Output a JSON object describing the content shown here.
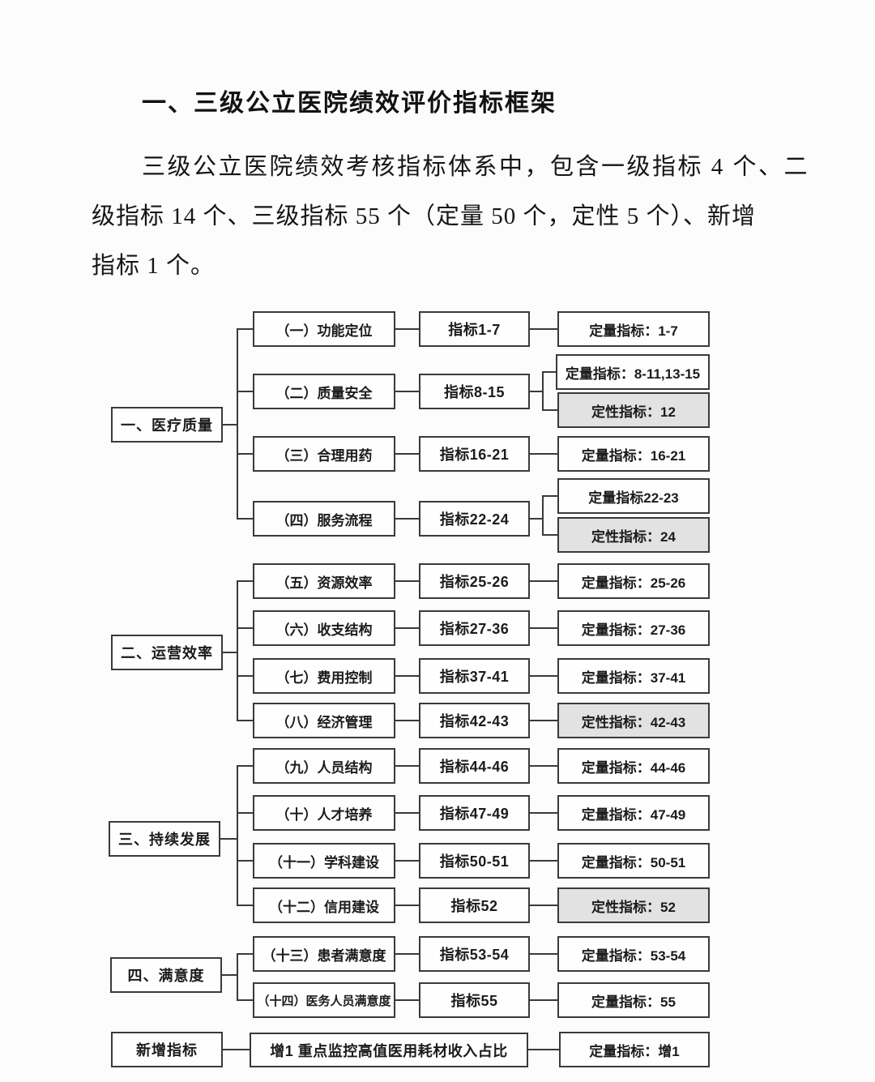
{
  "document": {
    "heading": "一、三级公立医院绩效评价指标框架",
    "body_lines": [
      "三级公立医院绩效考核指标体系中，包含一级指标 4 个、二",
      "级指标 14 个、三级指标 55 个（定量 50 个，定性 5 个）、新增",
      "指标 1 个。"
    ]
  },
  "diagram": {
    "groups": [
      {
        "label": "一、医疗质量"
      },
      {
        "label": "二、运营效率"
      },
      {
        "label": "三、持续发展"
      },
      {
        "label": "四、满意度"
      }
    ],
    "rows": [
      {
        "sub": "（一）功能定位",
        "indicator": "指标1-7",
        "results": [
          {
            "label": "定量指标：1-7",
            "type": "quantitative"
          }
        ]
      },
      {
        "sub": "（二）质量安全",
        "indicator": "指标8-15",
        "results": [
          {
            "label": "定量指标：8-11,13-15",
            "type": "quantitative"
          },
          {
            "label": "定性指标：12",
            "type": "qualitative"
          }
        ]
      },
      {
        "sub": "（三）合理用药",
        "indicator": "指标16-21",
        "results": [
          {
            "label": "定量指标：16-21",
            "type": "quantitative"
          }
        ]
      },
      {
        "sub": "（四）服务流程",
        "indicator": "指标22-24",
        "results": [
          {
            "label": "定量指标22-23",
            "type": "quantitative"
          },
          {
            "label": "定性指标：24",
            "type": "qualitative"
          }
        ]
      },
      {
        "sub": "（五）资源效率",
        "indicator": "指标25-26",
        "results": [
          {
            "label": "定量指标：25-26",
            "type": "quantitative"
          }
        ]
      },
      {
        "sub": "（六）收支结构",
        "indicator": "指标27-36",
        "results": [
          {
            "label": "定量指标：27-36",
            "type": "quantitative"
          }
        ]
      },
      {
        "sub": "（七）费用控制",
        "indicator": "指标37-41",
        "results": [
          {
            "label": "定量指标：37-41",
            "type": "quantitative"
          }
        ]
      },
      {
        "sub": "（八）经济管理",
        "indicator": "指标42-43",
        "results": [
          {
            "label": "定性指标：42-43",
            "type": "qualitative"
          }
        ]
      },
      {
        "sub": "（九）人员结构",
        "indicator": "指标44-46",
        "results": [
          {
            "label": "定量指标：44-46",
            "type": "quantitative"
          }
        ]
      },
      {
        "sub": "（十）人才培养",
        "indicator": "指标47-49",
        "results": [
          {
            "label": "定量指标：47-49",
            "type": "quantitative"
          }
        ]
      },
      {
        "sub": "（十一）学科建设",
        "indicator": "指标50-51",
        "results": [
          {
            "label": "定量指标：50-51",
            "type": "quantitative"
          }
        ]
      },
      {
        "sub": "（十二）信用建设",
        "indicator": "指标52",
        "results": [
          {
            "label": "定性指标：52",
            "type": "qualitative"
          }
        ]
      },
      {
        "sub": "（十三）患者满意度",
        "indicator": "指标53-54",
        "results": [
          {
            "label": "定量指标：53-54",
            "type": "quantitative"
          }
        ]
      },
      {
        "sub": "（十四）医务人员满意度",
        "indicator": "指标55",
        "results": [
          {
            "label": "定量指标：55",
            "type": "quantitative"
          }
        ]
      }
    ],
    "new_indicator_row": {
      "category": "新增指标",
      "indicator": "增1 重点监控高值医用耗材收入占比",
      "result": "定量指标：增1"
    },
    "colors": {
      "border": "#3a3a3a",
      "quantitative_fill": "#ffffff",
      "qualitative_fill": "#e2e2e2"
    }
  }
}
